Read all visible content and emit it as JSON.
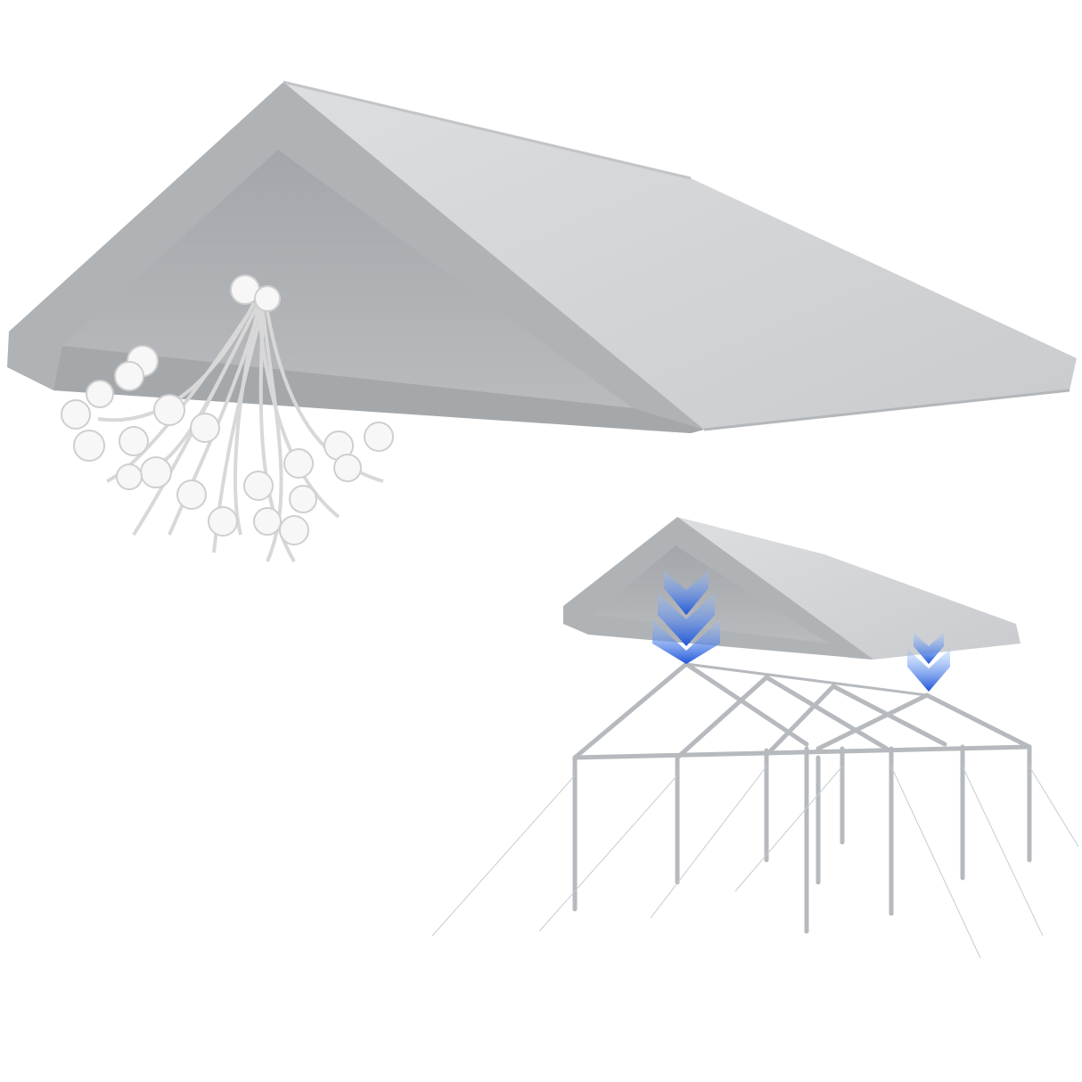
{
  "colors": {
    "canopy_top": "#d4d6d8",
    "canopy_edge": "#a9acaf",
    "canopy_underside": "#c4c6c8",
    "canopy_shadow": "#8f9296",
    "frame": "#b8bcc0",
    "arrow_blue": "#2f6fe0",
    "bungee": "#f2f2f2",
    "background": "#ffffff"
  },
  "scene": {
    "main_item": "canopy-cover",
    "inset_items": [
      "ball-bungee-cords",
      "canopy-on-frame"
    ]
  }
}
